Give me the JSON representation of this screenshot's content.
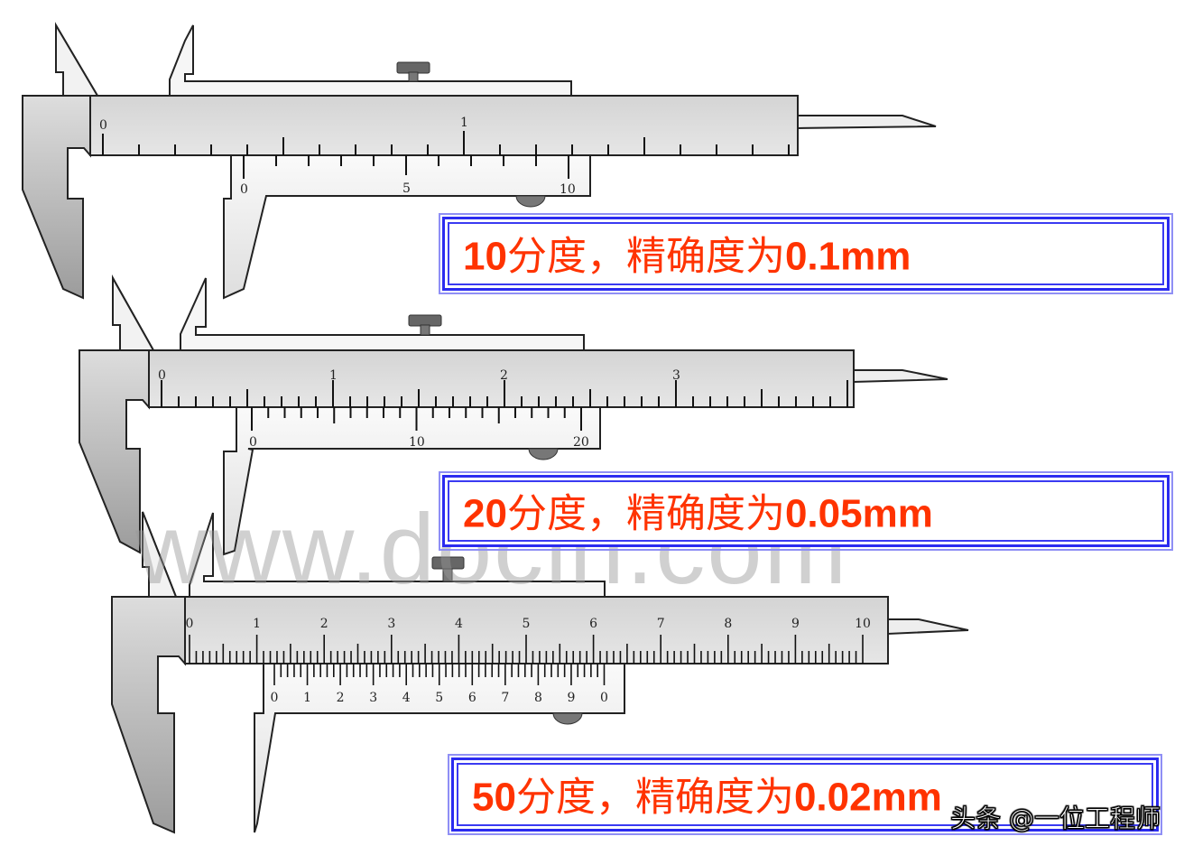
{
  "calipers": [
    {
      "id": "caliper-10",
      "main_scale_labels": [
        "0",
        "1"
      ],
      "vernier_scale_labels": [
        "0",
        "5",
        "10"
      ],
      "divisions": 10,
      "label": {
        "number": "10",
        "text": "分度，精确度为",
        "precision": "0.1mm"
      }
    },
    {
      "id": "caliper-20",
      "main_scale_labels": [
        "0",
        "1",
        "2",
        "3"
      ],
      "vernier_scale_labels": [
        "0",
        "10",
        "20"
      ],
      "divisions": 20,
      "label": {
        "number": "20",
        "text": "分度，精确度为",
        "precision": "0.05mm"
      }
    },
    {
      "id": "caliper-50",
      "main_scale_labels": [
        "0",
        "1",
        "2",
        "3",
        "4",
        "5",
        "6",
        "7",
        "8",
        "9",
        "10"
      ],
      "vernier_scale_labels": [
        "0",
        "1",
        "2",
        "3",
        "4",
        "5",
        "6",
        "7",
        "8",
        "9",
        "0"
      ],
      "divisions": 50,
      "label": {
        "number": "50",
        "text": "分度，精确度为",
        "precision": "0.02mm"
      }
    }
  ],
  "watermark": "www.docin.com",
  "credit": "头条 @一位工程师",
  "colors": {
    "label_text": "#ff3300",
    "label_border": "#2b2bf0",
    "metal_light": "#f2f2f2",
    "metal_dark": "#9a9a9a",
    "screw": "#666666"
  }
}
